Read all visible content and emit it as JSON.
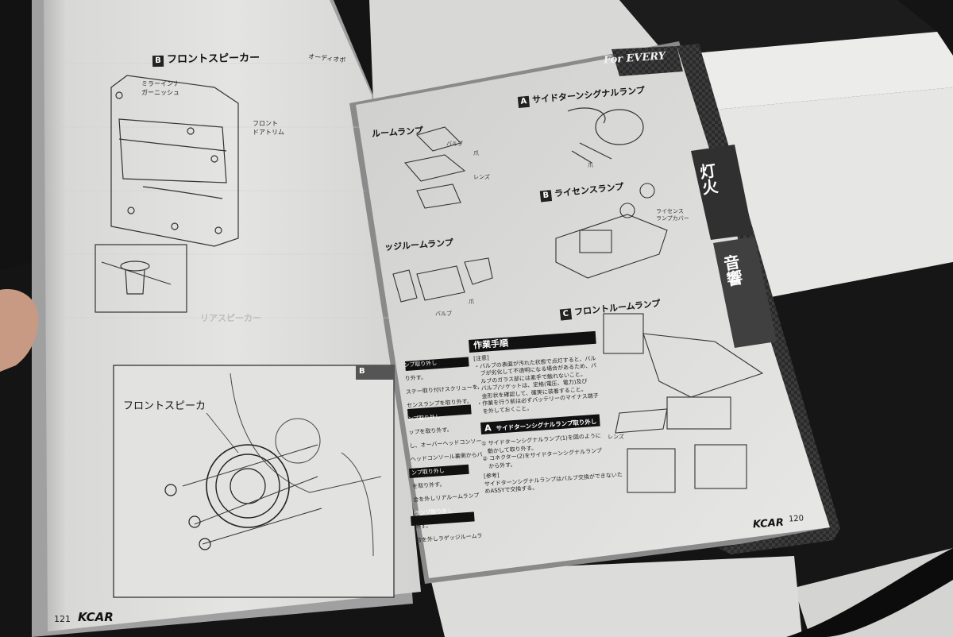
{
  "left_page": {
    "section_letter": "B",
    "section_title": "フロントスピーカー",
    "callouts": {
      "mirror_inner_garnish_l1": "ミラーインナ",
      "mirror_inner_garnish_l2": "ガーニッシュ",
      "front_door_trim_l1": "フロント",
      "front_door_trim_l2": "ドアトリム",
      "front_speaker": "フロントスピーカ",
      "audio_partial": "オーディオボ"
    },
    "panel_badge": "B",
    "partial_heading": "リアスピーカー",
    "page_number": "121",
    "logo": "KCAR"
  },
  "right_page": {
    "banner": "For EVERY",
    "side_tab_lighting": "灯火",
    "side_tab_sound": "音響",
    "sections": {
      "a_letter": "A",
      "a_title": "サイドターンシグナルランプ",
      "b_letter": "B",
      "b_title": "ライセンスランプ",
      "b_callout_l1": "ライセンス",
      "b_callout_l2": "ランプカバー",
      "c_letter": "C",
      "c_title": "フロントルームランプ",
      "c_callout": "レンズ",
      "room_lamp_partial": "ルームランプ",
      "luggage_lamp_partial": "ッジルームランプ"
    },
    "diagram_labels": {
      "valve_1": "バルブ",
      "claw_1": "爪",
      "lens_1": "レンズ",
      "valve_2": "バルブ",
      "claw_2": "爪",
      "claw_3": "爪"
    },
    "procedure": {
      "title": "作業手順",
      "note_label": "[注意]",
      "notes": [
        "・バルブの表面が汚れた状態で点灯すると、バル",
        "　ブが劣化して不透明になる場合があるため、バ",
        "　ルブのガラス部には素手で触れないこと。",
        "・バルブ/ソケットは、定格(電圧、電力)及び",
        "　金形状を確認して、確実に装着すること。",
        "・作業を行う前は必ずバッテリーのマイナス端子",
        "　を外しておくこと。"
      ],
      "step_letter": "A",
      "step_title": "サイドターンシグナルランプ取り外し",
      "steps": [
        "① サイドターンシグナルランプ(1)を図のように",
        "　動かして取り外す。",
        "② コネクター(2)をサイドターンシグナルランプ",
        "　から外す。"
      ],
      "reference_label": "[参考]",
      "reference_lines": [
        "サイドターンシグナルランプはバルブ交換ができないた",
        "めASSYで交換する。"
      ]
    },
    "left_column_fragments": [
      "ンプ取り外し",
      "り外す。",
      "ステー取り付けスクリューを",
      "センスランプを取り外す。",
      "ンプ取り外し",
      "ップを取り外す。",
      "し、オーバーヘッドコンソール",
      "ヘッドコンソール裏側からバ",
      "ンプ取り外し",
      "を取り外す。",
      "合を外しリアルームランプ",
      "ランプ取り外し",
      "外す。",
      "合を外しラゲッジルームラ"
    ],
    "page_number": "120",
    "logo": "KCAR"
  }
}
